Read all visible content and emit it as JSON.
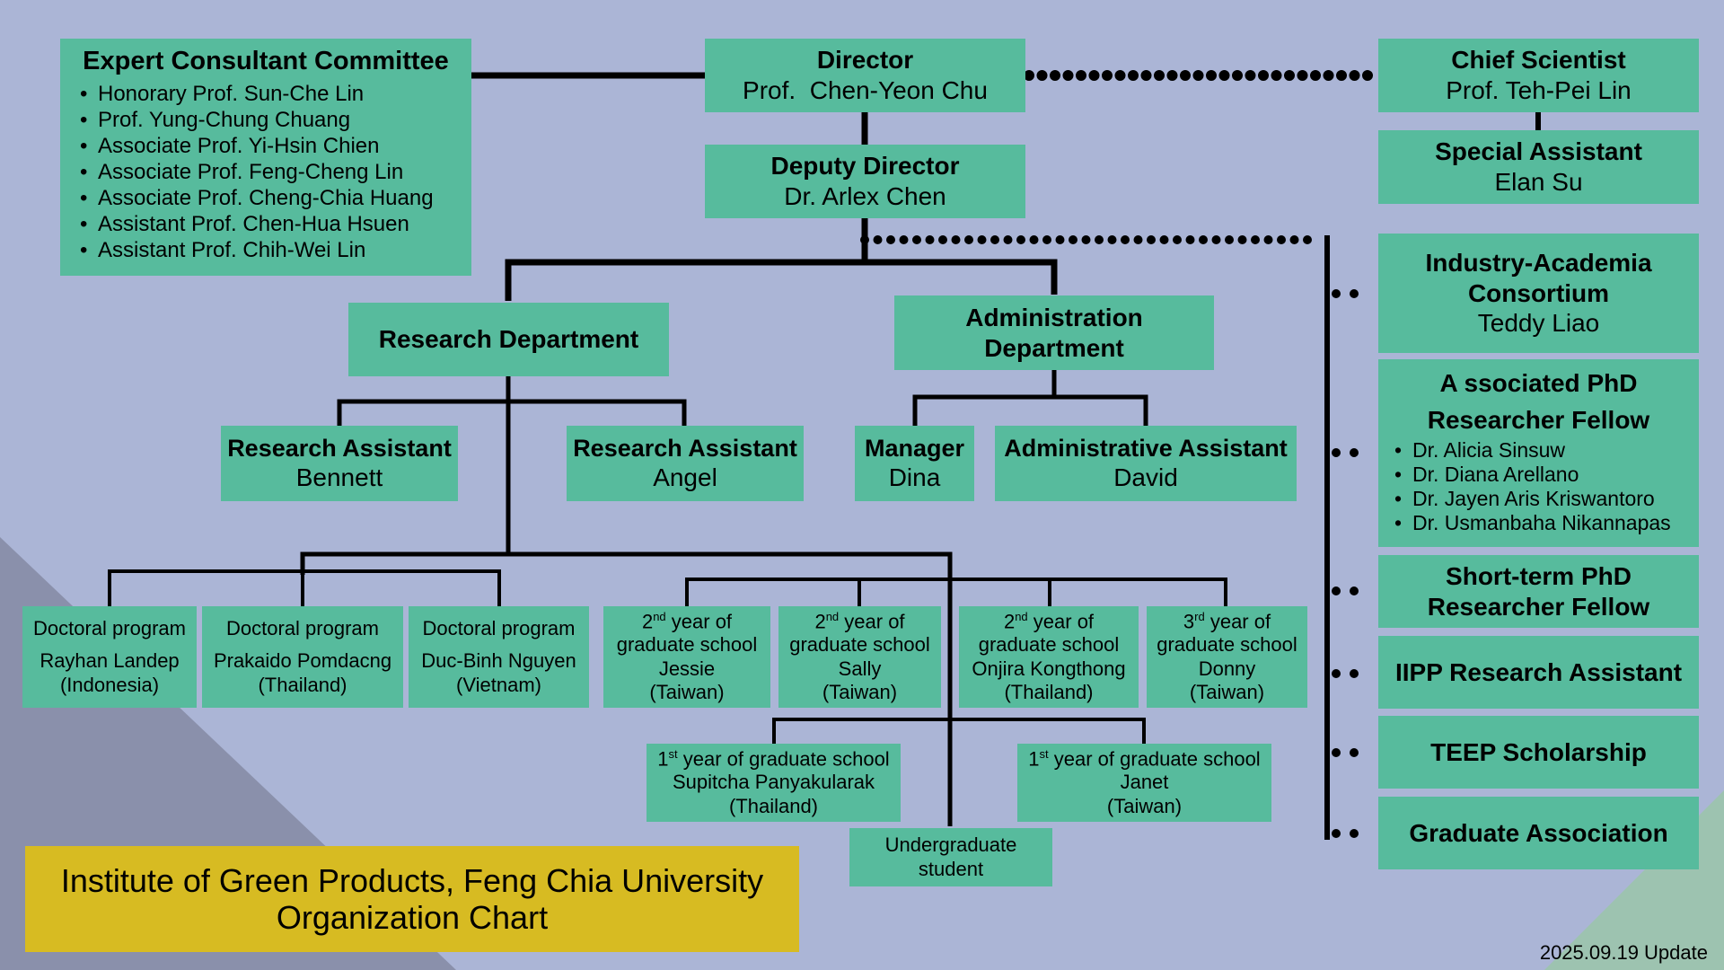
{
  "colors": {
    "background": "#abb5d6",
    "box": "#57bb9d",
    "banner": "#d7bb22",
    "line": "#000000"
  },
  "expert_committee": {
    "title": "Expert Consultant Committee",
    "members": [
      "Honorary Prof. Sun-Che Lin",
      "Prof. Yung-Chung Chuang",
      "Associate Prof. Yi-Hsin Chien",
      "Associate Prof. Feng-Cheng Lin",
      "Associate Prof. Cheng-Chia Huang",
      "Assistant Prof. Chen-Hua Hsuen",
      "Assistant Prof. Chih-Wei Lin"
    ]
  },
  "director": {
    "title": "Director",
    "name": "Prof.  Chen-Yeon Chu"
  },
  "deputy_director": {
    "title": "Deputy Director",
    "name": "Dr. Arlex Chen"
  },
  "chief_scientist": {
    "title": "Chief Scientist",
    "name": "Prof. Teh-Pei Lin"
  },
  "special_assistant": {
    "title": "Special Assistant",
    "name": "Elan Su"
  },
  "research_department": {
    "title": "Research Department"
  },
  "administration_department": {
    "title_line1": "Administration",
    "title_line2": "Department"
  },
  "research_assistants": [
    {
      "title": "Research Assistant",
      "name": "Bennett"
    },
    {
      "title": "Research Assistant",
      "name": "Angel"
    }
  ],
  "manager": {
    "title": "Manager",
    "name": "Dina"
  },
  "administrative_assistant": {
    "title": "Administrative Assistant",
    "name": "David"
  },
  "doctoral": [
    {
      "program": "Doctoral program",
      "name": "Rayhan Landep",
      "country": "(Indonesia)"
    },
    {
      "program": "Doctoral program",
      "name": "Prakaido Pomdacng",
      "country": "(Thailand)"
    },
    {
      "program": "Doctoral program",
      "name": "Duc-Binh Nguyen",
      "country": "(Vietnam)"
    }
  ],
  "graduate_upper": [
    {
      "ordinal": "2",
      "suffix": "nd",
      "rest": " year of",
      "line2": "graduate school",
      "name": "Jessie",
      "country": "(Taiwan)"
    },
    {
      "ordinal": "2",
      "suffix": "nd",
      "rest": " year of",
      "line2": "graduate school",
      "name": "Sally",
      "country": "(Taiwan)"
    },
    {
      "ordinal": "2",
      "suffix": "nd",
      "rest": " year of",
      "line2": "graduate school",
      "name": "Onjira Kongthong",
      "country": "(Thailand)"
    },
    {
      "ordinal": "3",
      "suffix": "rd",
      "rest": " year of",
      "line2": "graduate school",
      "name": "Donny",
      "country": "(Taiwan)"
    }
  ],
  "graduate_first": [
    {
      "ordinal": "1",
      "suffix": "st",
      "rest": " year of graduate school",
      "name": "Supitcha Panyakularak",
      "country": "(Thailand)"
    },
    {
      "ordinal": "1",
      "suffix": "st",
      "rest": " year of graduate school",
      "name": "Janet",
      "country": "(Taiwan)"
    }
  ],
  "undergraduate": {
    "line1": "Undergraduate",
    "line2": "student"
  },
  "side_units": {
    "industry": {
      "line1": "Industry-Academia",
      "line2": "Consortium",
      "name": "Teddy Liao"
    },
    "associated_phd": {
      "line1": "A ssociated PhD",
      "line2": "Researcher Fellow",
      "members": [
        "Dr. Alicia Sinsuw",
        "Dr. Diana Arellano",
        "Dr. Jayen Aris Kriswantoro",
        "Dr. Usmanbaha Nikannapas"
      ]
    },
    "short_term_phd": {
      "line1": "Short-term PhD",
      "line2": "Researcher Fellow"
    },
    "iipp": {
      "title": "IIPP Research Assistant"
    },
    "teep": {
      "title": "TEEP Scholarship"
    },
    "graduate_association": {
      "title": "Graduate Association"
    }
  },
  "banner": {
    "line1": "Institute of Green Products, Feng Chia University",
    "line2": "Organization Chart"
  },
  "update_note": "2025.09.19 Update"
}
